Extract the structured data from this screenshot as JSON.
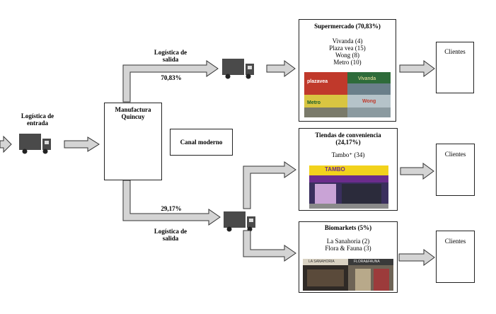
{
  "inbound": {
    "label": "Logística de entrada"
  },
  "factory": {
    "title": "Manufactura Quincuy"
  },
  "channel": {
    "label": "Canal moderno"
  },
  "upper_route": {
    "label": "Logística de salida",
    "percent": "70,83%"
  },
  "lower_route": {
    "label": "Logística de salida",
    "percent": "29,17%"
  },
  "supermarket": {
    "title": "Supermercado (70,83%)",
    "stores": [
      "Vivanda (4)",
      "Plaza vea (15)",
      "Wong (8)",
      "Metro (10)"
    ],
    "photo_signs": [
      "plazavea",
      "Vivanda",
      "Metro",
      "Wong"
    ]
  },
  "convenience": {
    "title_line1": "Tiendas de conveniencia",
    "title_line2": "(24,17%)",
    "stores": [
      "Tambo⁺ (34)"
    ],
    "photo_sign": "TAMBO"
  },
  "biomarkets": {
    "title": "Biomarkets (5%)",
    "stores": [
      "La Sanahoria (2)",
      "Flora & Fauna (3)"
    ],
    "photo_signs": [
      "LA SANAHORIA",
      "FLORA&FAUNA"
    ]
  },
  "clients": {
    "label": "Clientes"
  },
  "colors": {
    "arrow_fill": "#d4d4d4",
    "truck": "#4a4a4a",
    "factory": "#555555"
  }
}
